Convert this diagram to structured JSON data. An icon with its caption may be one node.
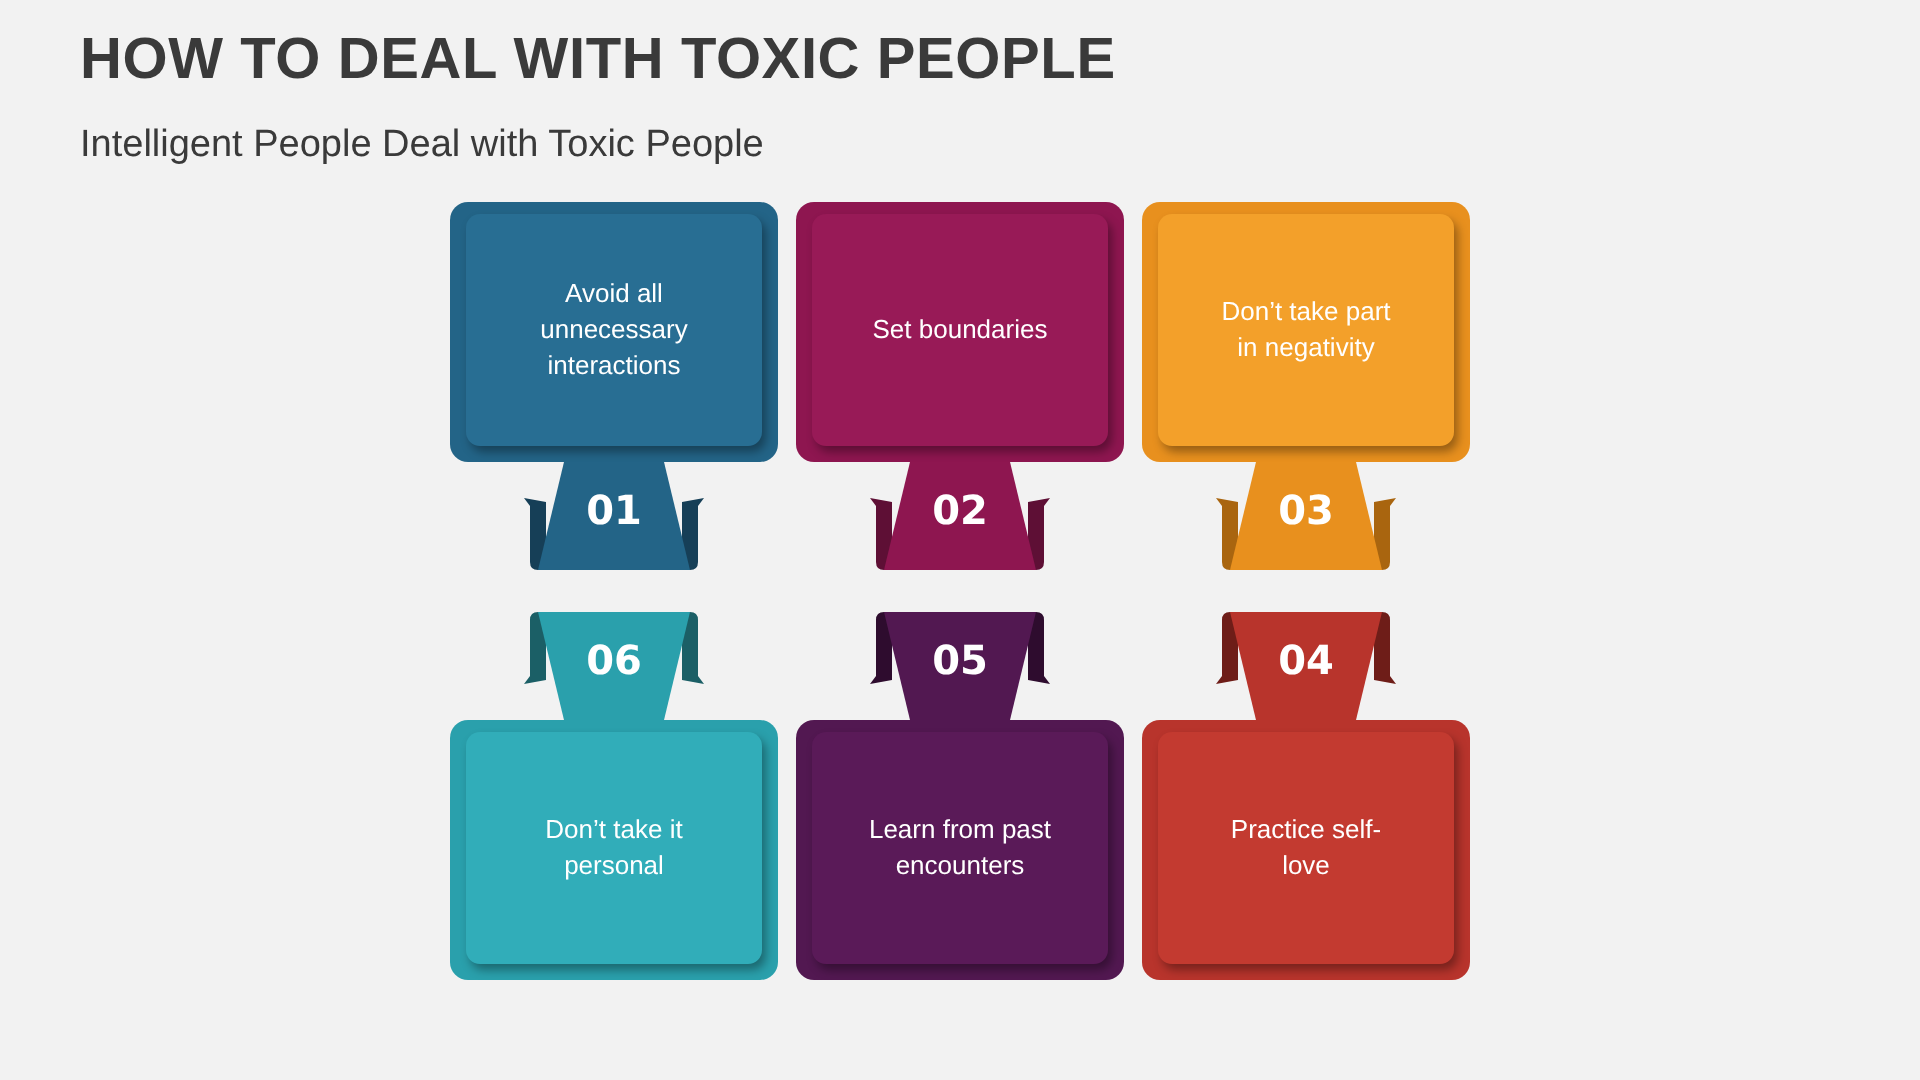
{
  "diagram": {
    "title": "HOW TO DEAL WITH TOXIC PEOPLE",
    "caption": "Intelligent People Deal with Toxic People",
    "nodes": [
      {
        "text": [
          "Avoid all unnecessary interactions",
          "01"
        ]
      },
      {
        "text": [
          "Set boundaries",
          "02"
        ]
      },
      {
        "text": [
          "Don’t take part in negativity",
          "03"
        ]
      },
      {
        "text": [
          "04",
          "Practice self-love"
        ]
      },
      {
        "text": [
          "05",
          "Learn from past encounters"
        ]
      },
      {
        "text": [
          "06",
          "Don’t take it personal"
        ]
      }
    ]
  }
}
